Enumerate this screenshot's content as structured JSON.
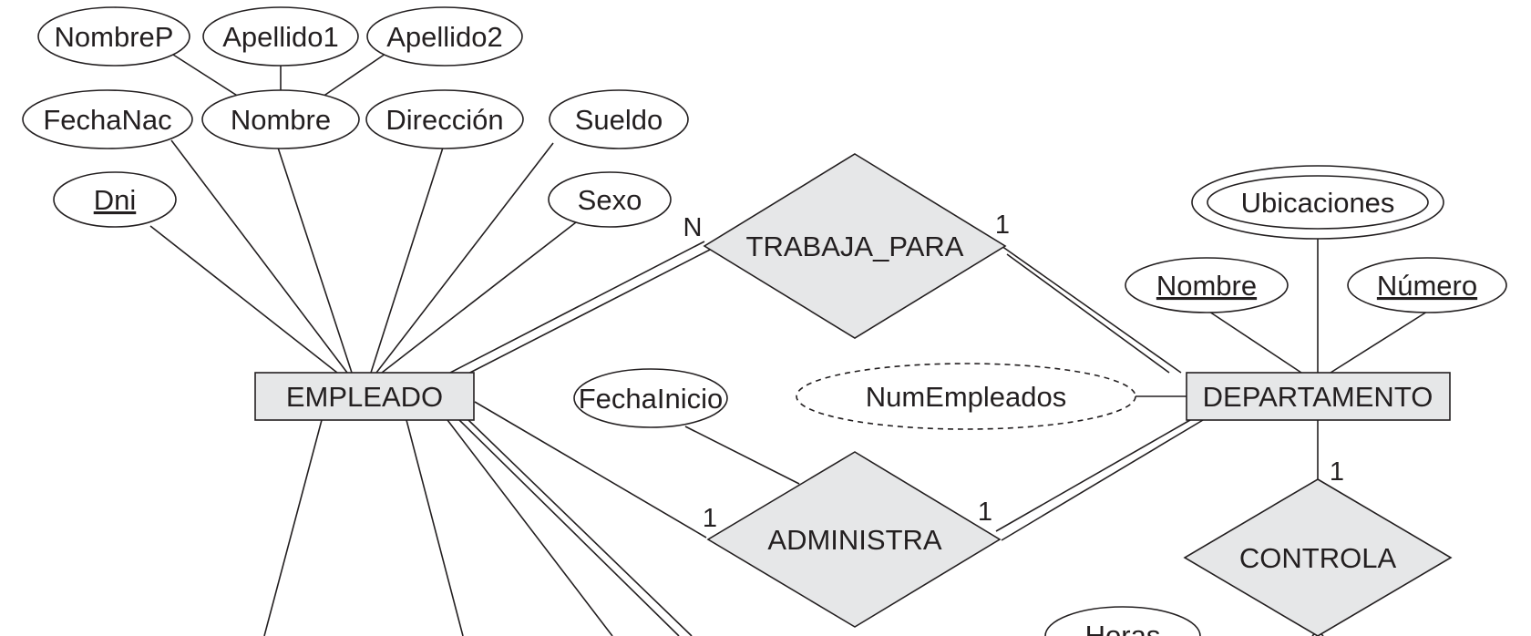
{
  "entities": {
    "empleado": "EMPLEADO",
    "departamento": "DEPARTAMENTO"
  },
  "relationships": {
    "trabaja_para": "TRABAJA_PARA",
    "administra": "ADMINISTRA",
    "controla": "CONTROLA"
  },
  "attributes": {
    "nombrep": "NombreP",
    "apellido1": "Apellido1",
    "apellido2": "Apellido2",
    "fechanac": "FechaNac",
    "nombre": "Nombre",
    "direccion": "Dirección",
    "sueldo": "Sueldo",
    "dni": "Dni",
    "sexo": "Sexo",
    "ubicaciones": "Ubicaciones",
    "depto_nombre": "Nombre",
    "numero": "Número",
    "num_empleados": "NumEmpleados",
    "fecha_inicio": "FechaInicio",
    "horas": "Horas"
  },
  "cardinalities": {
    "trabaja_para_empleado": "N",
    "trabaja_para_departamento": "1",
    "administra_empleado": "1",
    "administra_departamento": "1",
    "controla_departamento": "1"
  }
}
